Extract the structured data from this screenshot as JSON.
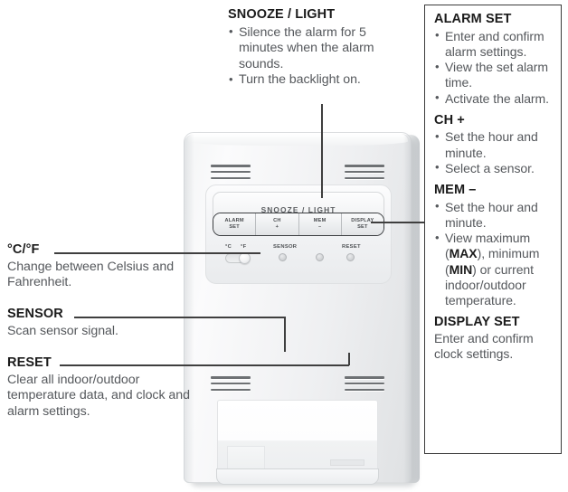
{
  "colors": {
    "heading": "#1b1b1b",
    "body": "#55585c",
    "leader_line": "#3f3f3f",
    "box_border": "#3b3b3b",
    "device_shell": "#f2f3f5"
  },
  "annotations": {
    "snooze_light": {
      "title": "SNOOZE / LIGHT",
      "bullets": [
        "Silence the alarm for 5 minutes when the alarm sounds.",
        "Turn the backlight on."
      ]
    },
    "celsius_fahrenheit": {
      "title": "°C/°F",
      "body": "Change between Celsius and Fahrenheit."
    },
    "sensor": {
      "title": "SENSOR",
      "body": "Scan sensor signal."
    },
    "reset": {
      "title": "RESET",
      "body": "Clear all indoor/outdoor temperature data, and clock and alarm settings."
    }
  },
  "right_box": {
    "alarm_set": {
      "title": "ALARM SET",
      "bullets": [
        "Enter and confirm alarm settings.",
        "View the set alarm time.",
        "Activate the alarm."
      ]
    },
    "ch_plus": {
      "title": "CH +",
      "bullets": [
        "Set the hour and minute.",
        "Select a sensor."
      ]
    },
    "mem_minus": {
      "title": "MEM –",
      "bullets": [
        "Set the hour and minute.",
        "View maximum (MAX), minimum (MIN) or current indoor/outdoor temperature."
      ],
      "bullet2_parts": {
        "p1": "View maximum (",
        "max": "MAX",
        "p2": "), minimum (",
        "min": "MIN",
        "p3": ") or current indoor/outdoor temperature."
      }
    },
    "display_set": {
      "title": "DISPLAY SET",
      "body": "Enter and confirm clock settings."
    }
  },
  "device": {
    "snooze_bar_label": "SNOOZE / LIGHT",
    "buttons": [
      {
        "line1": "ALARM",
        "line2": "SET"
      },
      {
        "line1": "CH",
        "line2": "+"
      },
      {
        "line1": "MEM",
        "line2": "–"
      },
      {
        "line1": "DISPLAY",
        "line2": "SET"
      }
    ],
    "controls": {
      "celsius_label": "°C",
      "fahrenheit_label": "°F",
      "sensor_label": "SENSOR",
      "reset_label": "RESET"
    }
  }
}
